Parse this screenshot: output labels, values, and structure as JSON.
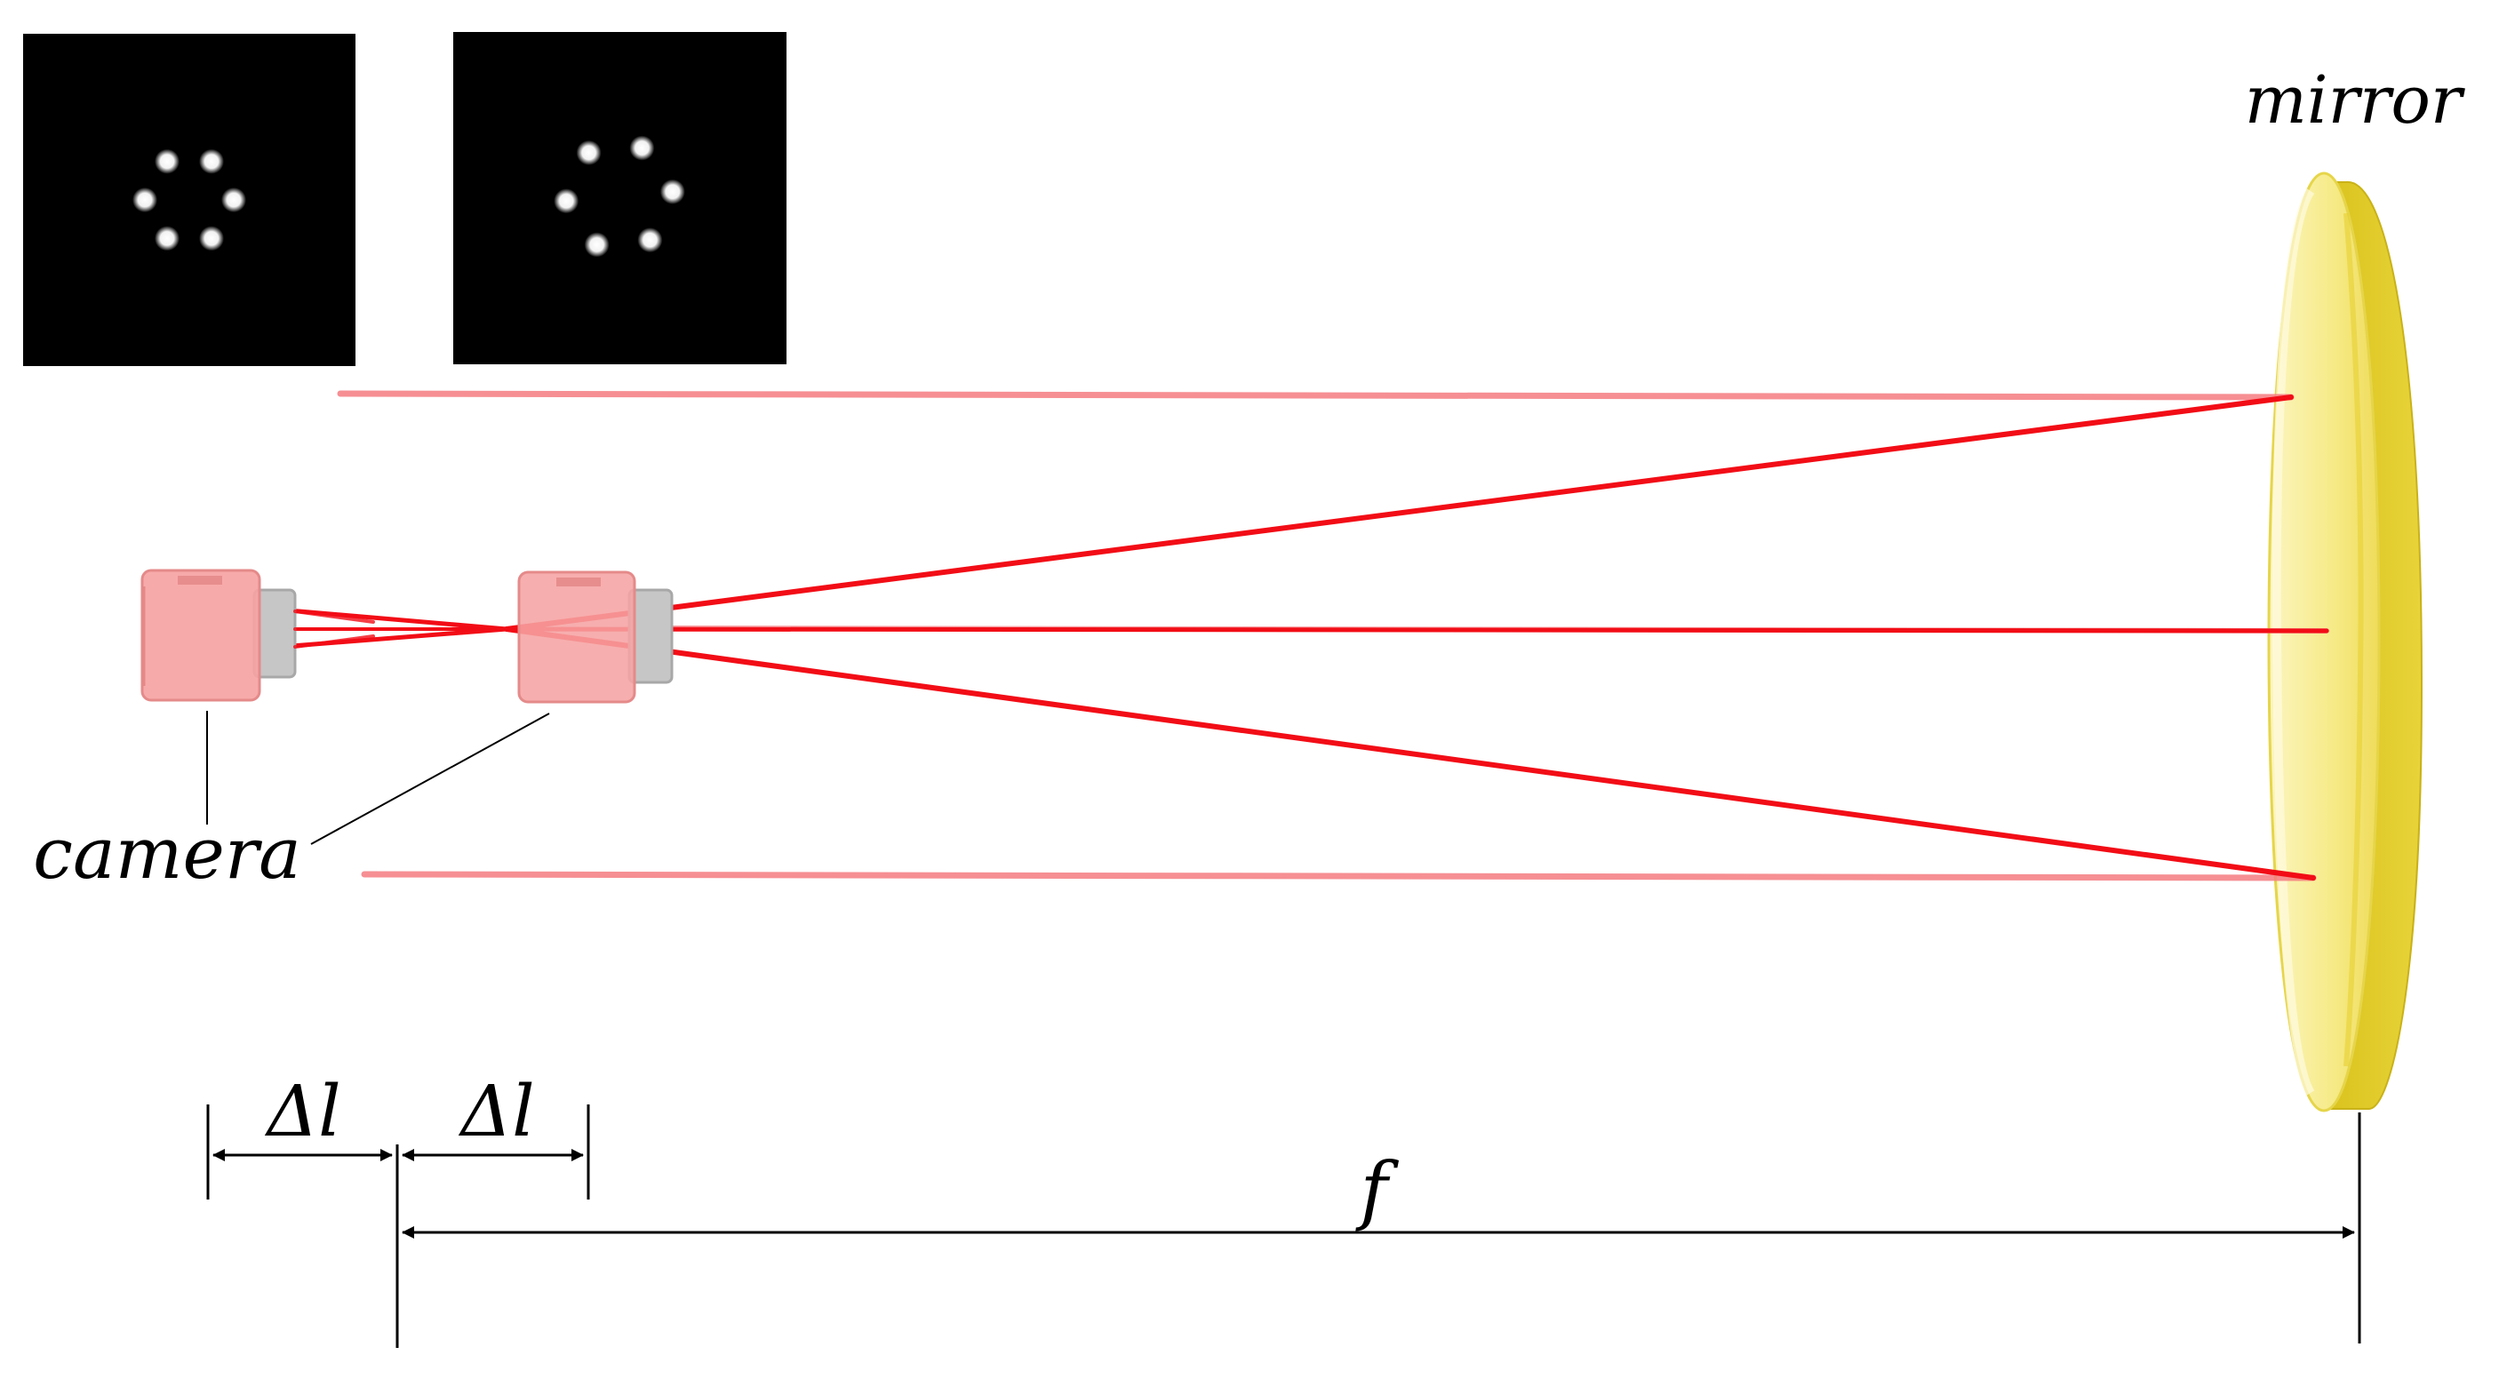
{
  "labels": {
    "mirror": "mirror",
    "camera": "camera",
    "delta_l_1": "Δl",
    "delta_l_2": "Δl",
    "focal_length": "f"
  },
  "insets": [
    {
      "name": "spot-pattern-near",
      "spot_count": 6
    },
    {
      "name": "spot-pattern-far",
      "spot_count": 6
    }
  ],
  "colors": {
    "beam": "#f20d16",
    "beam_faint": "#f88a8e",
    "camera_body": "#f6a3a3",
    "camera_lens": "#c4c4c4",
    "mirror_face": "#f8ee90",
    "mirror_edge": "#e2cd25",
    "inset_background": "#000000",
    "spot": "#ffffff"
  }
}
